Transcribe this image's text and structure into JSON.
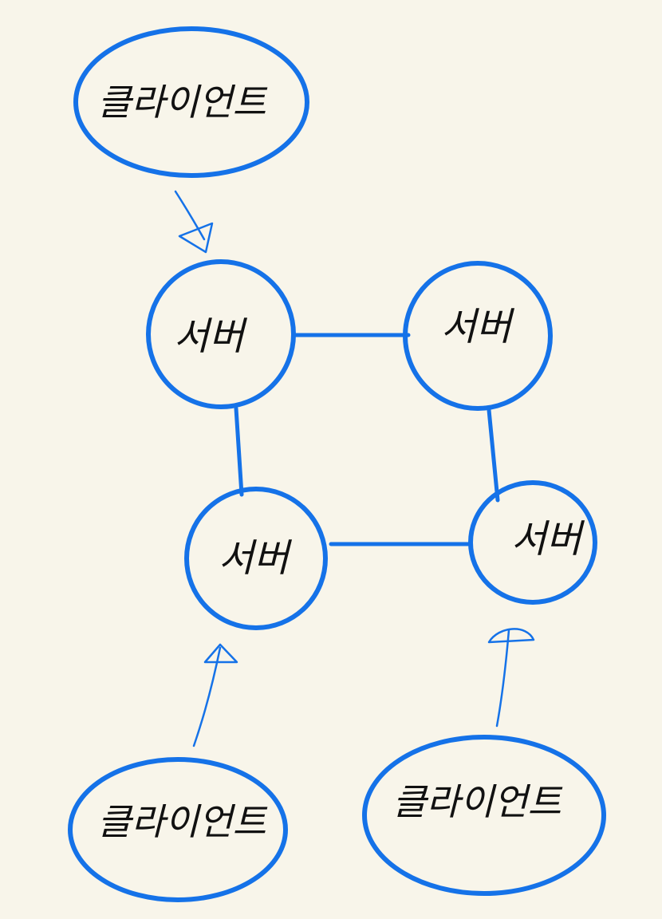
{
  "colors": {
    "background": "#f8f5ea",
    "stroke": "#1572e8",
    "ink": "#111111"
  },
  "clients": [
    {
      "label": "클라이언트"
    },
    {
      "label": "클라이언트"
    },
    {
      "label": "클라이언트"
    }
  ],
  "servers": [
    {
      "label": "서버"
    },
    {
      "label": "서버"
    },
    {
      "label": "서버"
    },
    {
      "label": "서버"
    }
  ]
}
